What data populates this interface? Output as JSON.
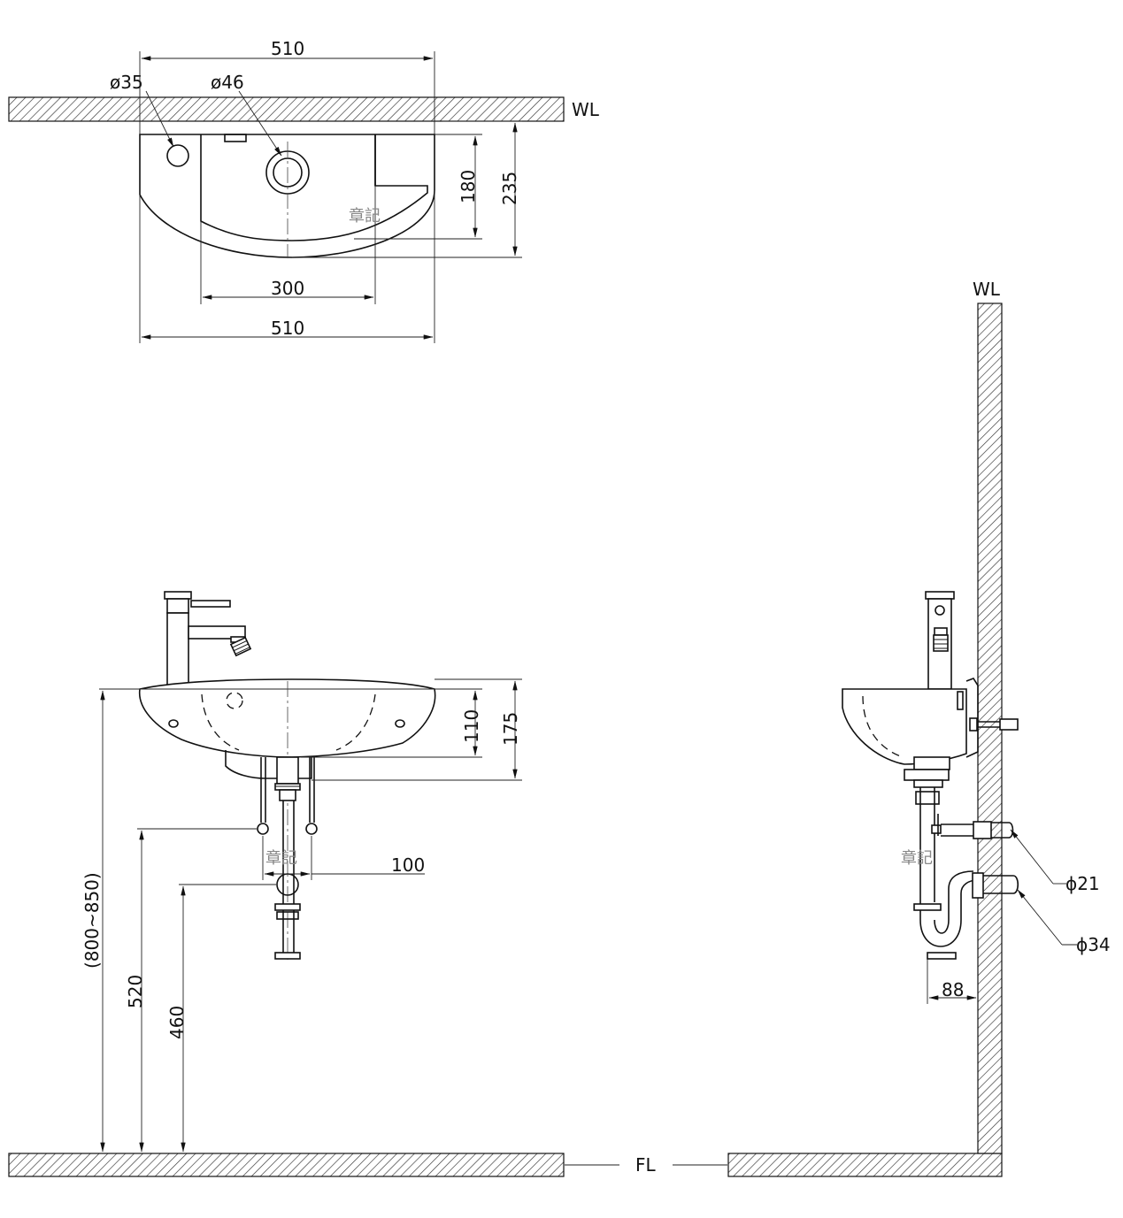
{
  "top_view": {
    "wall_label": "WL",
    "overall_width": "510",
    "bottom_width": "510",
    "bowl_width": "300",
    "depth_bowl": "180",
    "depth_total": "235",
    "small_hole": "ø35",
    "drain_hole": "ø46",
    "watermark": "章記"
  },
  "front_view": {
    "height_range": "(800~850)",
    "supply_height": "520",
    "drain_height": "460",
    "basin_depth": "110",
    "basin_height": "175",
    "supply_spacing": "100",
    "watermark": "章記"
  },
  "side_view": {
    "wall_label": "WL",
    "supply_dia": "ϕ21",
    "drain_dia": "ϕ34",
    "trap_offset": "88",
    "watermark": "章記"
  },
  "floor_label": "FL"
}
